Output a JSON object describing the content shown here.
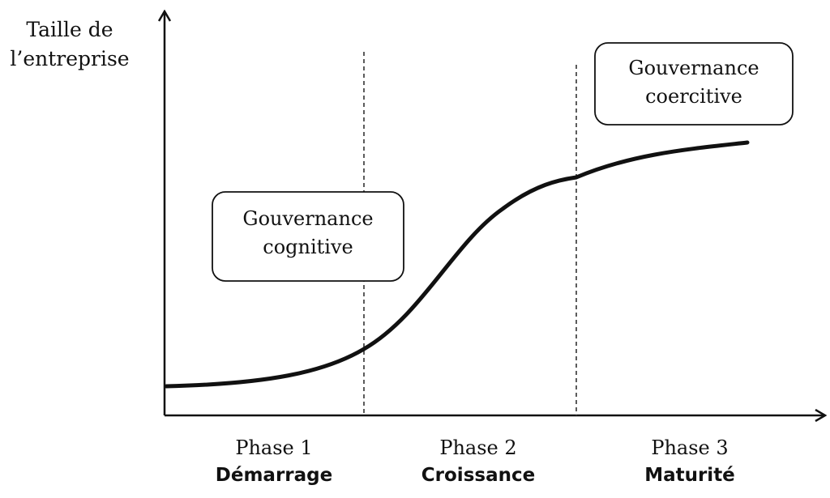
{
  "y_axis_label": {
    "line1": "Taille de",
    "line2": "l’entreprise"
  },
  "boxes": {
    "cognitive": {
      "line1": "Gouvernance",
      "line2": "cognitive"
    },
    "coercive": {
      "line1": "Gouvernance",
      "line2": "coercitive"
    }
  },
  "phases": [
    {
      "number": "Phase 1",
      "name": "Démarrage"
    },
    {
      "number": "Phase 2",
      "name": "Croissance"
    },
    {
      "number": "Phase 3",
      "name": "Maturité"
    }
  ],
  "colors": {
    "ink": "#111111",
    "dashed": "#333333"
  }
}
